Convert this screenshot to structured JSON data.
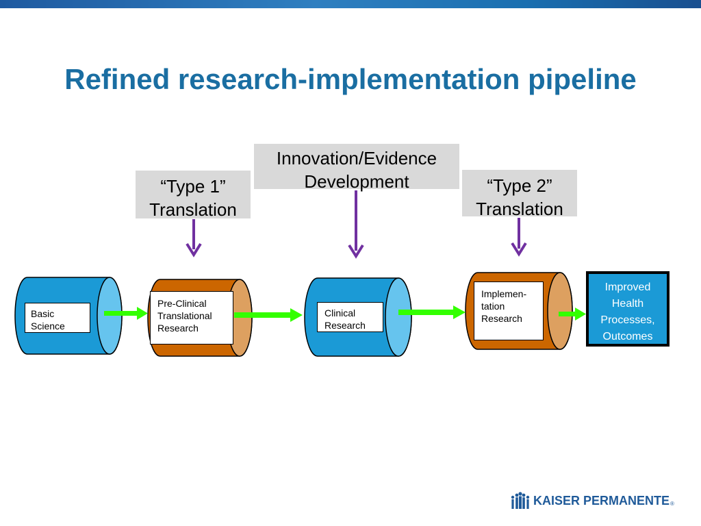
{
  "title": "Refined research-implementation pipeline",
  "callouts": {
    "type1": "“Type 1”\nTranslation",
    "innovation": "Innovation/Evidence\nDevelopment",
    "type2": "“Type 2”\nTranslation"
  },
  "stages": {
    "basic_science": "Basic\nScience",
    "preclinical": "Pre-Clinical\nTranslational\nResearch",
    "clinical": "Clinical\nResearch",
    "implementation": "Implemen-\ntation\nResearch"
  },
  "outcome": "Improved\nHealth\nProcesses,\nOutcomes",
  "logo": {
    "text": "KAISER PERMANENTE",
    "mark": "®"
  },
  "colors": {
    "title": "#1a6ea2",
    "blue_cylinder": "#1b9ad6",
    "blue_cylinder_end": "#66c4ee",
    "orange_cylinder": "#cc6600",
    "orange_cylinder_end": "#dda060",
    "callout_bg": "#d9d9d9",
    "down_arrow": "#7030a0",
    "flow_arrow": "#33ff00",
    "outcome_bg": "#1b9ad6"
  }
}
